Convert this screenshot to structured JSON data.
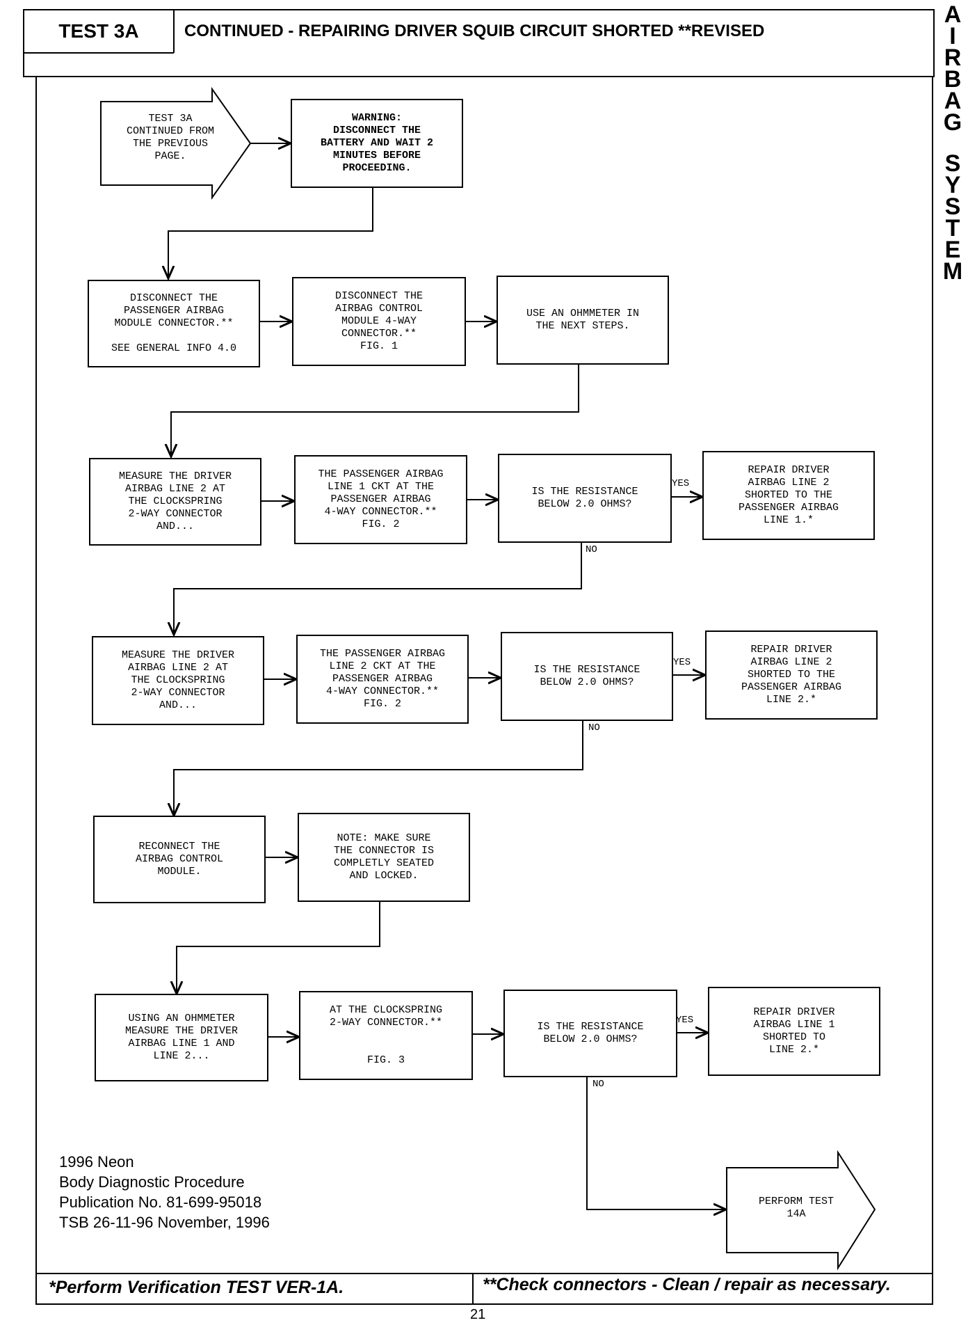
{
  "header": {
    "test_id": "TEST 3A",
    "title": "CONTINUED - REPAIRING DRIVER SQUIB CIRCUIT SHORTED **REVISED"
  },
  "side_label": {
    "word1": [
      "A",
      "I",
      "R",
      "B",
      "A",
      "G"
    ],
    "word2": [
      "S",
      "Y",
      "S",
      "T",
      "E",
      "M"
    ]
  },
  "start_arrow": "TEST 3A\nCONTINUED FROM\nTHE PREVIOUS\nPAGE.",
  "end_arrow": "PERFORM TEST\n14A",
  "boxes": {
    "warning": "WARNING:\nDISCONNECT THE\nBATTERY AND WAIT 2\nMINUTES BEFORE\nPROCEEDING.",
    "r1_a": "DISCONNECT THE\nPASSENGER AIRBAG\nMODULE CONNECTOR.**\n\nSEE GENERAL INFO 4.0",
    "r1_b": "DISCONNECT THE\nAIRBAG CONTROL\nMODULE 4-WAY\nCONNECTOR.**\nFIG. 1",
    "r1_c": "USE AN OHMMETER IN\nTHE NEXT STEPS.",
    "r2_a": "MEASURE THE DRIVER\nAIRBAG LINE 2 AT\nTHE CLOCKSPRING\n2-WAY CONNECTOR\nAND...",
    "r2_b": "THE PASSENGER AIRBAG\nLINE 1 CKT AT THE\nPASSENGER AIRBAG\n4-WAY CONNECTOR.**\nFIG. 2",
    "r2_c": "IS THE RESISTANCE\nBELOW 2.0 OHMS?",
    "r2_d": "REPAIR DRIVER\nAIRBAG LINE 2\nSHORTED TO THE\nPASSENGER AIRBAG\nLINE 1.*",
    "r3_a": "MEASURE THE DRIVER\nAIRBAG LINE 2 AT\nTHE CLOCKSPRING\n2-WAY CONNECTOR\nAND...",
    "r3_b": "THE PASSENGER AIRBAG\nLINE 2 CKT AT THE\nPASSENGER AIRBAG\n4-WAY CONNECTOR.**\nFIG. 2",
    "r3_c": "IS THE RESISTANCE\nBELOW 2.0 OHMS?",
    "r3_d": "REPAIR DRIVER\nAIRBAG LINE 2\nSHORTED TO THE\nPASSENGER AIRBAG\nLINE 2.*",
    "r4_a": "RECONNECT THE\nAIRBAG CONTROL\nMODULE.",
    "r4_b": "NOTE: MAKE SURE\nTHE CONNECTOR IS\nCOMPLETLY SEATED\nAND LOCKED.",
    "r5_a": "USING AN OHMMETER\nMEASURE THE DRIVER\nAIRBAG LINE 1 AND\nLINE 2...",
    "r5_b": "AT THE CLOCKSPRING\n2-WAY CONNECTOR.**\n\n\nFIG. 3",
    "r5_c": "IS THE RESISTANCE\nBELOW 2.0 OHMS?",
    "r5_d": "REPAIR DRIVER\nAIRBAG LINE 1\nSHORTED TO\nLINE 2.*"
  },
  "labels": {
    "yes": "YES",
    "no": "NO"
  },
  "publication": {
    "line1": "1996 Neon",
    "line2": "Body Diagnostic Procedure",
    "line3": "Publication No. 81-699-95018",
    "line4": "TSB 26-11-96   November, 1996"
  },
  "footer": {
    "left": "*Perform Verification TEST VER-1A.",
    "right": "**Check connectors - Clean / repair as necessary."
  },
  "page_number": "21"
}
